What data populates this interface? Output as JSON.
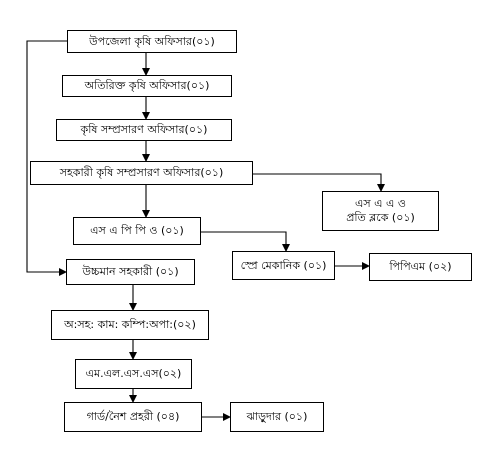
{
  "org_chart": {
    "nodes": {
      "upazila_officer": "উপজেলা কৃষি অফিসার(০১)",
      "additional_officer": "অতিরিক্ত কৃষি অফিসার(০১)",
      "extension_officer": "কৃষি সম্প্রসারণ অফিসার(০১)",
      "assistant_extension_officer": "সহকারী কৃষি সম্প্রসারণ অফিসার(০১)",
      "saao_line1": "এস এ এ ও",
      "saao_line2": "প্রতি ব্লকে (০১)",
      "sapp": "এস এ পি পি ও (০১)",
      "spray_mechanic": "স্প্রে মেকানিক (০১)",
      "pipiem": "পিপিএম (০২)",
      "higher_assistant": "উচ্চমান সহকারী (০১)",
      "office_assistant": "অ:সহ: কাম: কম্পি:অপা:(০২)",
      "mlss": "এম.এল.এস.এস(০২)",
      "guard": "গার্ড/নৈশ প্রহরী (০৪)",
      "sweeper": "ঝাড়ুদার (০১)"
    }
  }
}
